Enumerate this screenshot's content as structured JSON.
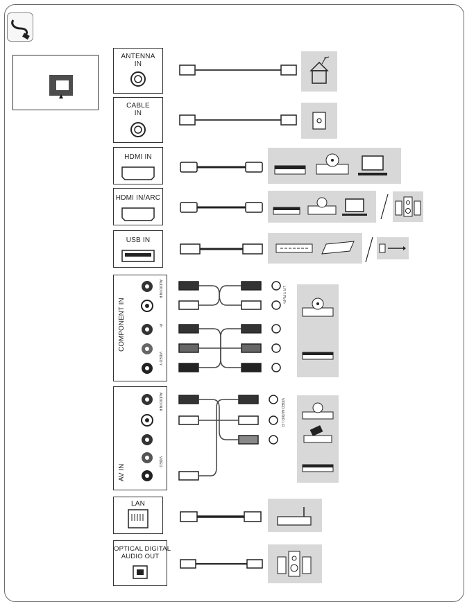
{
  "ports": {
    "antenna": "ANTENNA\nIN",
    "cable": "CABLE\nIN",
    "hdmi": "HDMI IN",
    "hdmi_arc": "HDMI IN/ARC",
    "usb": "USB IN",
    "component": "COMPONENT IN",
    "av": "AV IN",
    "lan": "LAN",
    "optical": "OPTICAL DIGITAL\nAUDIO OUT"
  },
  "component_jacks": [
    "AUDIO IN R",
    "AUDIO IN L",
    "Pr",
    "Pb",
    "VIDEO Y"
  ],
  "component_device_label": "L  R  Y  Pb  Pr",
  "av_jacks": [
    "AUDIO IN R",
    "AUDIO IN L",
    "VIDEO"
  ],
  "av_device_label": "VIDEO  AUDIO L  R",
  "icons": [
    "cable-connection-icon",
    "house-antenna-icon",
    "wall-outlet-icon",
    "set-top-box-icon",
    "disc-player-icon",
    "laptop-icon",
    "speaker-system-icon",
    "external-hdd-icon",
    "usb-drive-icon",
    "usb-symbol-icon",
    "camcorder-icon",
    "router-icon"
  ]
}
